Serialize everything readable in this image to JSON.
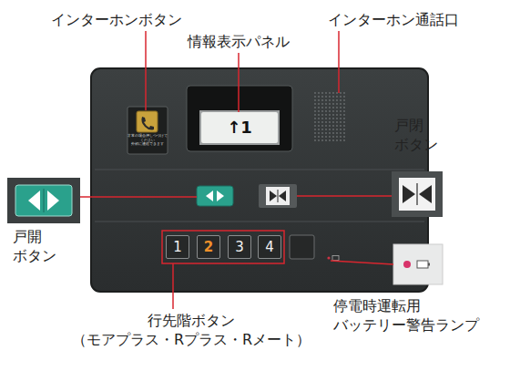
{
  "diagram": {
    "nodes": [
      {
        "text": [
          "↑1"
        ]
      },
      {
        "text": [
          "1"
        ]
      },
      {
        "text": [
          "2"
        ]
      },
      {
        "text": [
          "3"
        ]
      },
      {
        "text": [
          "4"
        ]
      }
    ],
    "labels": [
      "インターホンボタン",
      "情報表示パネル",
      "インターホン通話口",
      "戸閉 ボタン",
      "戸開 ボタン",
      "行先階ボタン （モアプラス・Rプラス・Rメート）",
      "停電時運転用 バッテリー警告ランプ",
      "非常の場合押しつづけて ください 外部に連絡できます"
    ]
  }
}
